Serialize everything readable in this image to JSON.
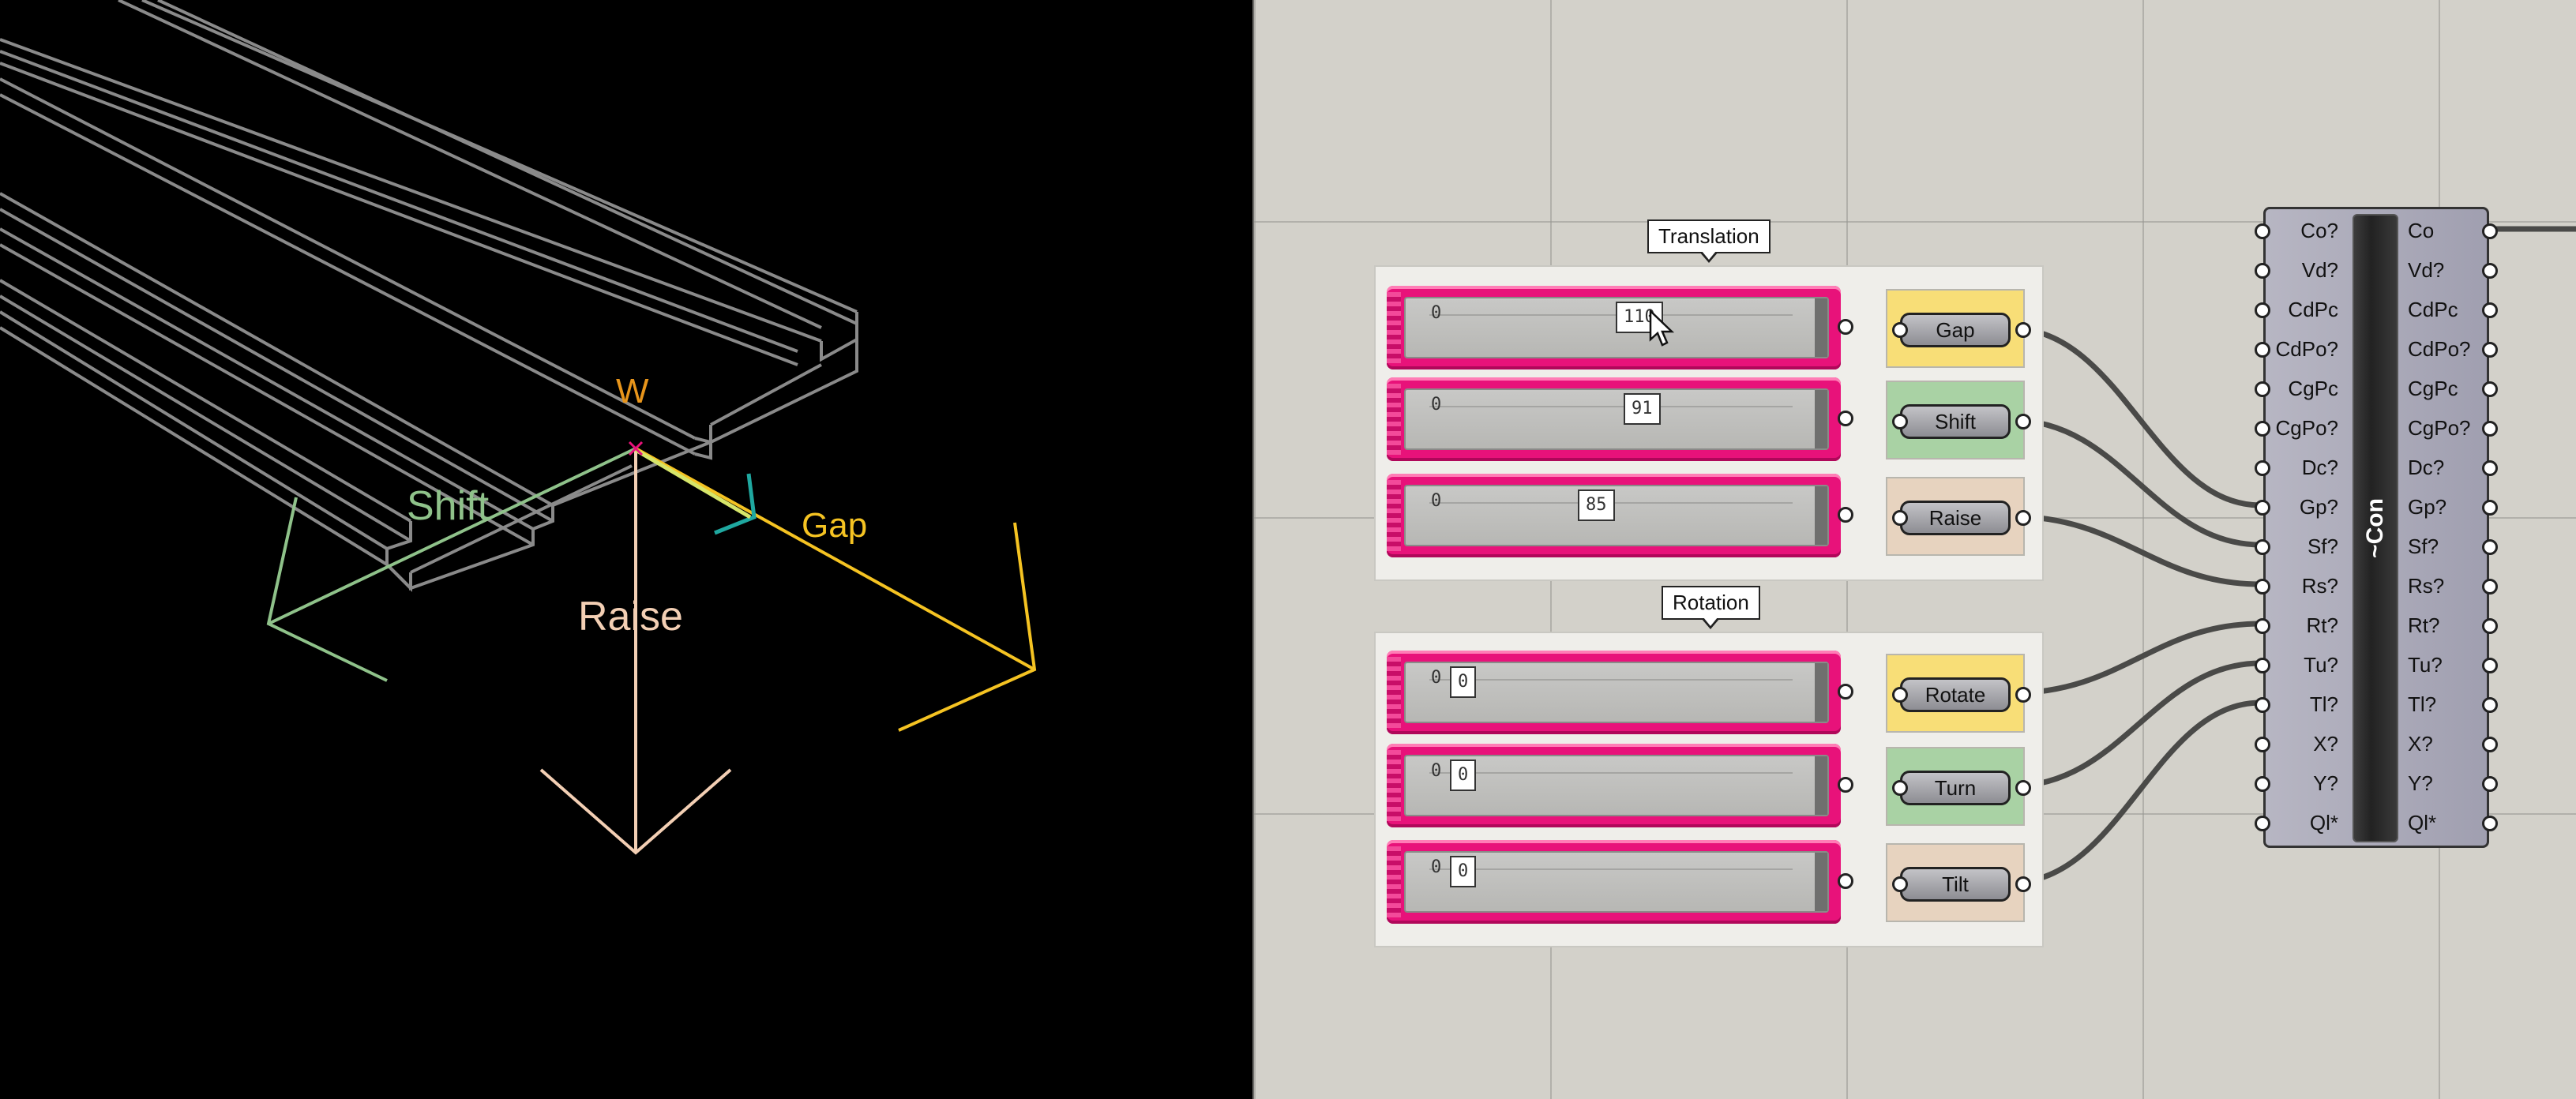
{
  "viewport": {
    "labels": {
      "w": "W",
      "shift": "Shift",
      "gap": "Gap",
      "raise": "Raise"
    },
    "colors": {
      "w": "#e8951b",
      "shift": "#8fc28a",
      "gap": "#f5c322",
      "raise": "#f3cfb4",
      "geometry": "#8a8a8a",
      "turn": "#1fa8a0"
    }
  },
  "canvas": {
    "groups": {
      "translation": {
        "title": "Translation"
      },
      "rotation": {
        "title": "Rotation"
      }
    },
    "sliders": [
      {
        "min": "0",
        "value": "110"
      },
      {
        "min": "0",
        "value": "91"
      },
      {
        "min": "0",
        "value": "85"
      },
      {
        "min": "0",
        "value": "0"
      },
      {
        "min": "0",
        "value": "0"
      },
      {
        "min": "0",
        "value": "0"
      }
    ],
    "params": [
      {
        "label": "Gap",
        "color": "#f8de77"
      },
      {
        "label": "Shift",
        "color": "#a9d2a4"
      },
      {
        "label": "Raise",
        "color": "#e7d3bf"
      },
      {
        "label": "Rotate",
        "color": "#f8de77"
      },
      {
        "label": "Turn",
        "color": "#a9d2a4"
      },
      {
        "label": "Tilt",
        "color": "#e7d3bf"
      }
    ],
    "cluster": {
      "name": "~Con",
      "inputs": [
        "Co?",
        "Vd?",
        "CdPc",
        "CdPo?",
        "CgPc",
        "CgPo?",
        "Dc?",
        "Gp?",
        "Sf?",
        "Rs?",
        "Rt?",
        "Tu?",
        "Tl?",
        "X?",
        "Y?",
        "Ql*"
      ],
      "outputs": [
        "Co",
        "Vd?",
        "CdPc",
        "CdPo?",
        "CgPc",
        "CgPo?",
        "Dc?",
        "Gp?",
        "Sf?",
        "Rs?",
        "Rt?",
        "Tu?",
        "Tl?",
        "X?",
        "Y?",
        "Ql*"
      ]
    }
  }
}
